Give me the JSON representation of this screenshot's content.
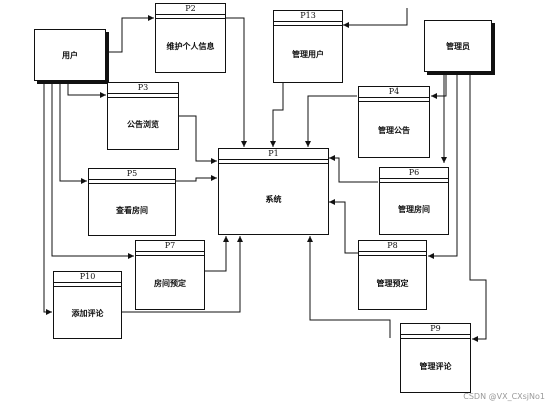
{
  "entities": {
    "user": "用户",
    "admin": "管理员"
  },
  "processes": {
    "p1": {
      "id": "P1",
      "name": "系统"
    },
    "p2": {
      "id": "P2",
      "name": "维护个人信息"
    },
    "p3": {
      "id": "P3",
      "name": "公告浏览"
    },
    "p4": {
      "id": "P4",
      "name": "管理公告"
    },
    "p5": {
      "id": "P5",
      "name": "查看房间"
    },
    "p6": {
      "id": "P6",
      "name": "管理房间"
    },
    "p7": {
      "id": "P7",
      "name": "房间预定"
    },
    "p8": {
      "id": "P8",
      "name": "管理预定"
    },
    "p9": {
      "id": "P9",
      "name": "管理评论"
    },
    "p10": {
      "id": "P10",
      "name": "添加评论"
    },
    "p13": {
      "id": "P13",
      "name": "管理用户"
    }
  },
  "watermark": "CSDN @VX_CXsjNo1"
}
